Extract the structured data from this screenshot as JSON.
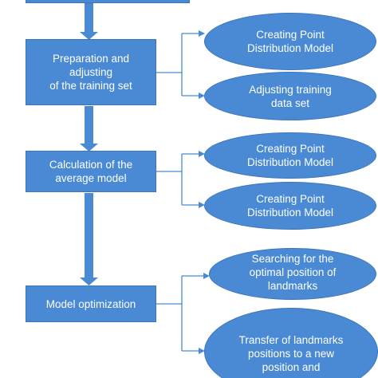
{
  "diagram": {
    "top_box": {
      "label": ""
    },
    "steps": [
      {
        "label": "Preparation and\nadjusting\nof the training set"
      },
      {
        "label": "Calculation of the\naverage model"
      },
      {
        "label": "Model optimization"
      }
    ],
    "outcomes": [
      {
        "label": "Creating Point\nDistribution Model"
      },
      {
        "label": "Adjusting training\ndata set"
      },
      {
        "label": "Creating Point\nDistribution Model"
      },
      {
        "label": "Creating Point\nDistribution Model"
      },
      {
        "label": "Searching for the\noptimal position of\nlandmarks"
      },
      {
        "label": "Transfer of landmarks\npositions to a new\nposition and"
      }
    ],
    "colors": {
      "shape_fill": "#4a8ad4",
      "shape_border": "#3d76b8",
      "connector": "#4a8ad4",
      "text": "#ffffff"
    }
  }
}
